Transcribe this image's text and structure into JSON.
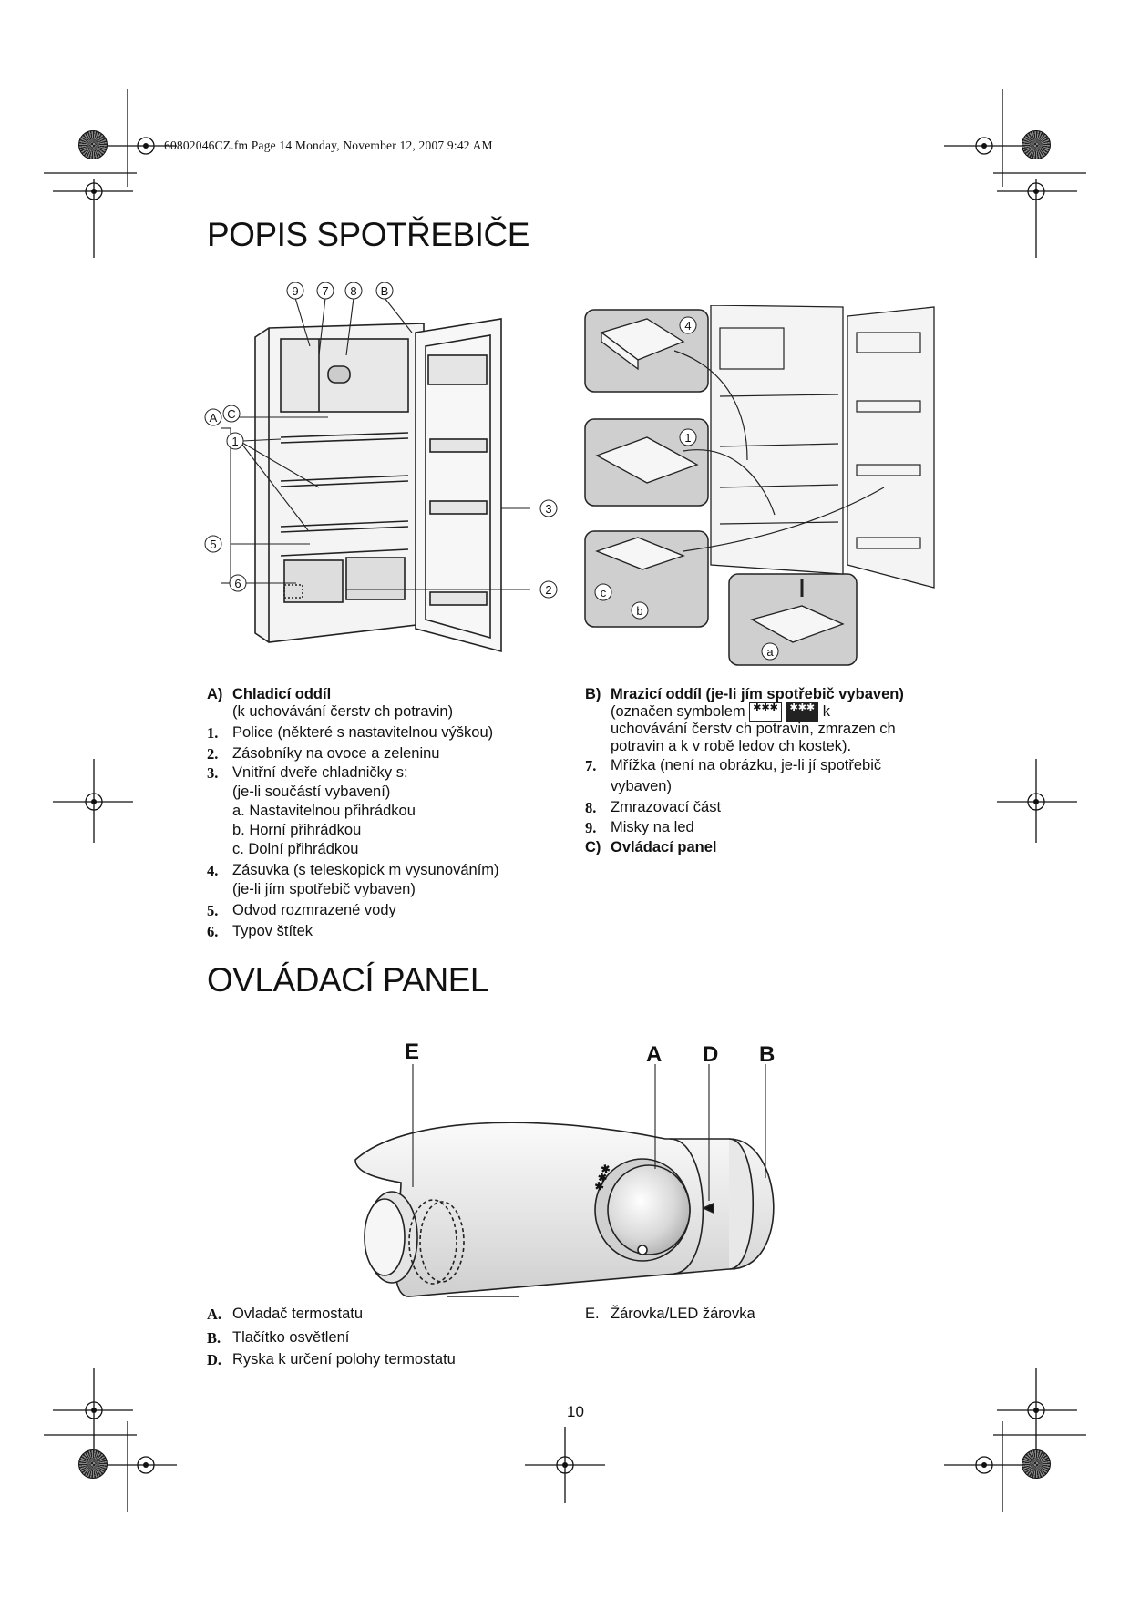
{
  "header": {
    "file_line": "60802046CZ.fm  Page 14  Monday, November 12, 2007  9:42 AM"
  },
  "section1": {
    "title": "POPIS SPOTŘEBIČE"
  },
  "fig1_callouts": {
    "c9": "9",
    "c7": "7",
    "c8": "8",
    "cB": "B",
    "cA": "A",
    "cC": "C",
    "c1": "1",
    "c5": "5",
    "c6": "6",
    "c3": "3",
    "c2": "2"
  },
  "fig2_callouts": {
    "c4": "4",
    "c1": "1",
    "cc": "c",
    "cb": "b",
    "ca": "a"
  },
  "left_list": [
    {
      "label": "A)",
      "text": "Chladicí oddíl",
      "bold": true
    },
    {
      "label": "",
      "text": "(k uchovávání čerstv  ch potravin)"
    },
    {
      "label": "1.",
      "text": "Police (některé s nastavitelnou výškou)"
    },
    {
      "label": "2.",
      "text": "Zásobníky na ovoce a zeleninu"
    },
    {
      "label": "3.",
      "text": "Vnitřní dveře chladničky s:"
    },
    {
      "label": "",
      "text": "(je-li součástí vybavení)"
    },
    {
      "label": "",
      "text": "a. Nastavitelnou přihrádkou"
    },
    {
      "label": "",
      "text": "b. Horní přihrádkou"
    },
    {
      "label": "",
      "text": "c. Dolní přihrádkou"
    },
    {
      "label": "4.",
      "text": "Zásuvka (s teleskopick  m vysunováním)"
    },
    {
      "label": "",
      "text": "(je-li jím spotřebič vybaven)"
    },
    {
      "label": "5.",
      "text": "Odvod rozmrazené vody"
    },
    {
      "label": "6.",
      "text": "Typov   štítek"
    }
  ],
  "right_list": {
    "b_label": "B)",
    "b_title": "Mrazicí oddíl (je-li jím spotřebič vybaven)",
    "b_line1_pre": "(označen symbolem",
    "sym1": "✱✱✱",
    "sym2": "✱✱✱",
    "b_line1_post": "k",
    "b_line2": "uchovávání čerstv  ch potravin, zmrazen  ch",
    "b_line3": "potravin a k v  robě ledov  ch kostek).",
    "items": [
      {
        "label": "7.",
        "text": "Mřížka (není na obrázku, je-li jí spotřebič"
      },
      {
        "label": "",
        "text": "vybaven)"
      },
      {
        "label": "8.",
        "text": "Zmrazovací část"
      },
      {
        "label": "9.",
        "text": "Misky na led"
      },
      {
        "label": "C)",
        "text": "Ovládací panel",
        "bold": true
      }
    ]
  },
  "section2": {
    "title": "OVLÁDACÍ PANEL"
  },
  "panel_labels": {
    "E": "E",
    "A": "A",
    "D": "D",
    "B": "B"
  },
  "bottom_left": [
    {
      "label": "A.",
      "text": "Ovladač termostatu"
    },
    {
      "label": "B.",
      "text": "Tlačítko osvětlení"
    },
    {
      "label": "D.",
      "text": "Ryska k určení polohy termostatu"
    }
  ],
  "bottom_right": [
    {
      "label": "E.",
      "text": "Žárovka/LED žárovka"
    }
  ],
  "page_number": "10"
}
